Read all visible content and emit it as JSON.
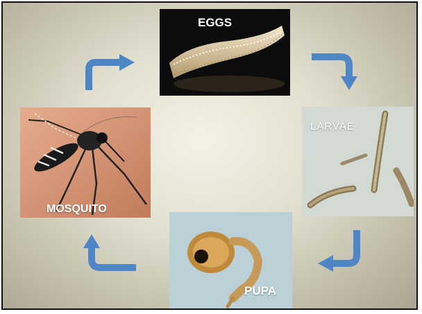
{
  "diagram": {
    "stages": {
      "eggs": "EGGS",
      "larvae": "LARVAE",
      "pupa": "PUPA",
      "mosquito": "MOSQUITO"
    },
    "arrow_color": "#4f86c6",
    "background_color": "#e8e6d6"
  }
}
